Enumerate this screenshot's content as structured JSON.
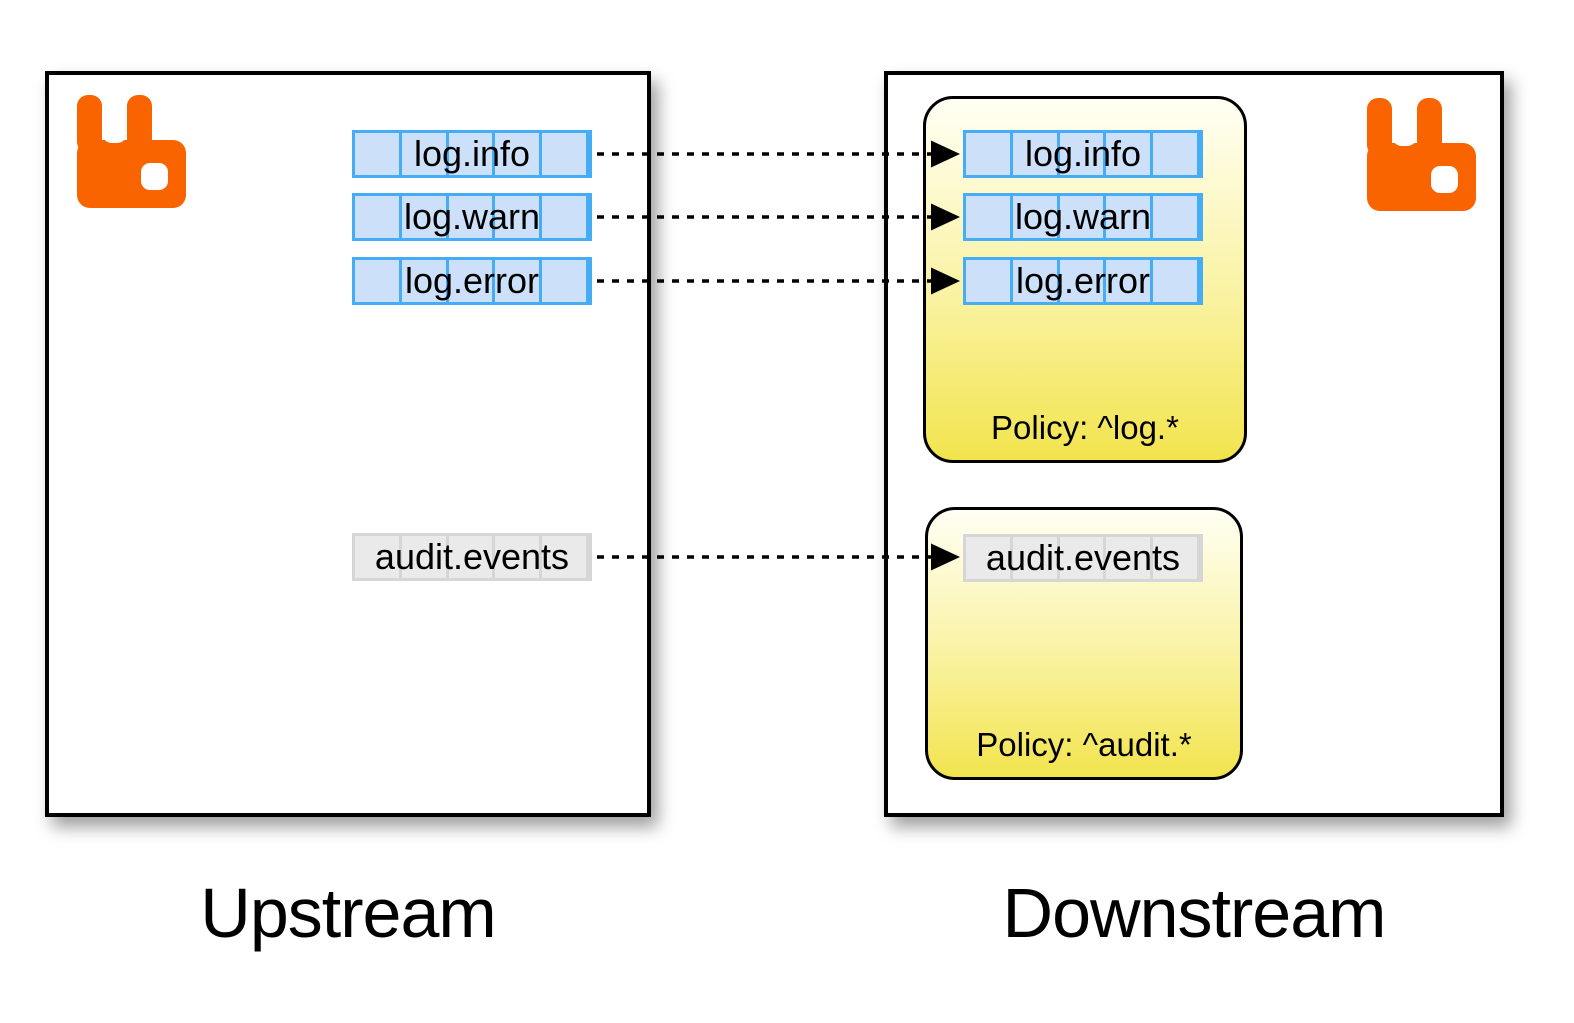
{
  "diagram": {
    "upstream": {
      "label": "Upstream",
      "queues": [
        "log.info",
        "log.warn",
        "log.error",
        "audit.events"
      ]
    },
    "downstream": {
      "label": "Downstream",
      "policies": [
        {
          "label": "Policy: ^log.*",
          "queues": [
            "log.info",
            "log.warn",
            "log.error"
          ]
        },
        {
          "label": "Policy: ^audit.*",
          "queues": [
            "audit.events"
          ]
        }
      ]
    },
    "links": [
      {
        "from": "log.info",
        "to": "log.info"
      },
      {
        "from": "log.warn",
        "to": "log.warn"
      },
      {
        "from": "log.error",
        "to": "log.error"
      },
      {
        "from": "audit.events",
        "to": "audit.events"
      }
    ]
  },
  "colors": {
    "background": "#FFFFFF",
    "rabbit_orange": "#F96400",
    "queue_blue_fill": "#CDE0FA",
    "queue_blue_border": "#45ACF5",
    "queue_gray_fill": "#EAEAEA",
    "queue_gray_border": "#D6D6D6",
    "policy_top": "#FFFFF4",
    "policy_mid": "#FAF3A6",
    "policy_bottom": "#F2E44E",
    "line_black": "#000000"
  }
}
